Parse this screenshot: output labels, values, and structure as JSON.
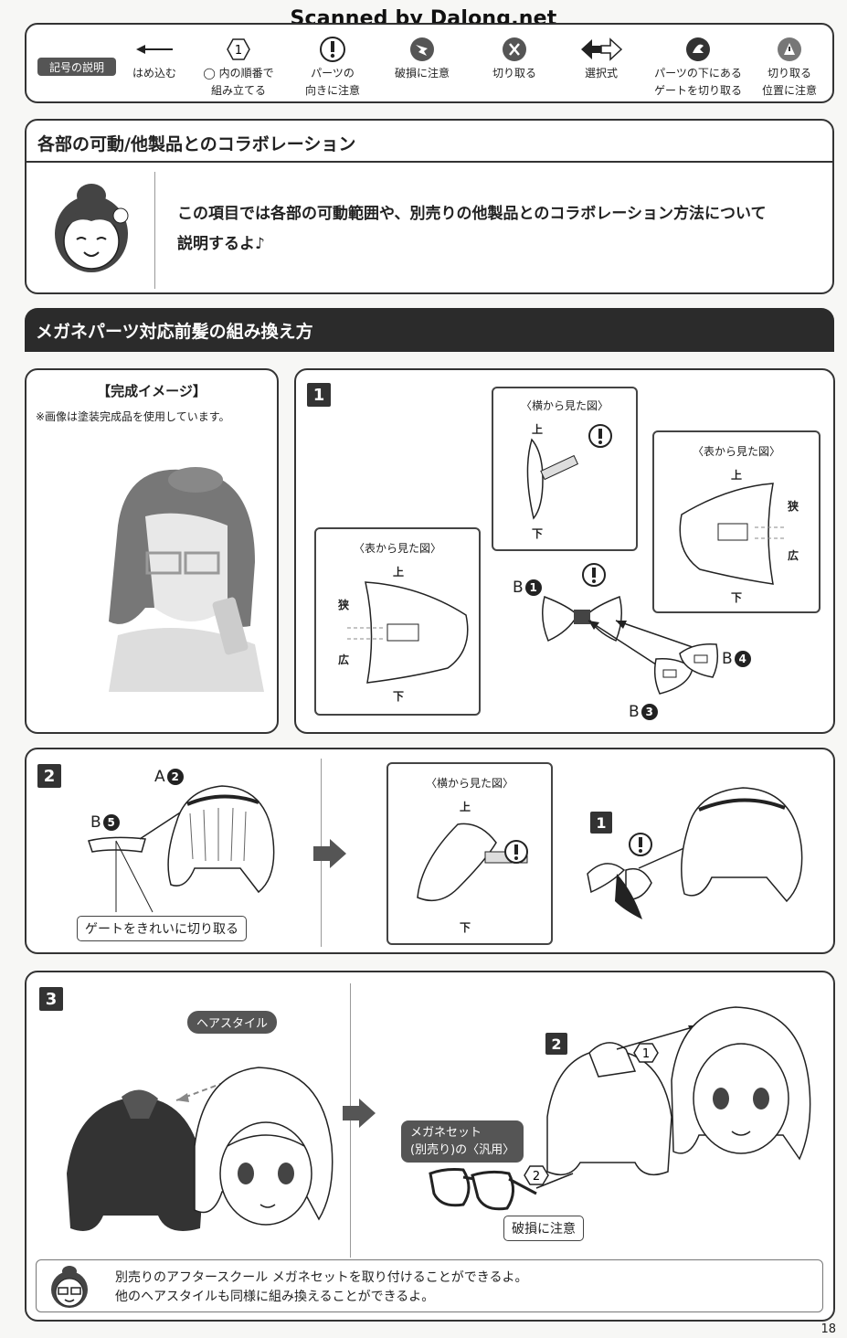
{
  "watermark": "Scanned by Dalong.net",
  "legend": {
    "tag": "記号の説明",
    "items": [
      {
        "line1": "はめ込む",
        "line2": "",
        "icon": "left-arrow-icon"
      },
      {
        "line1": "◯ 内の順番で",
        "line2": "組み立てる",
        "icon": "hexagon-number-icon",
        "num": "1"
      },
      {
        "line1": "パーツの",
        "line2": "向きに注意",
        "icon": "exclamation-circle-icon"
      },
      {
        "line1": "破損に注意",
        "line2": "",
        "icon": "break-caution-icon"
      },
      {
        "line1": "切り取る",
        "line2": "",
        "icon": "nipper-cut-icon"
      },
      {
        "line1": "選択式",
        "line2": "",
        "icon": "double-arrow-icon"
      },
      {
        "line1": "パーツの下にある",
        "line2": "ゲートを切り取る",
        "icon": "under-gate-cut-icon"
      },
      {
        "line1": "切り取る",
        "line2": "位置に注意",
        "icon": "cut-position-icon"
      }
    ]
  },
  "section1": {
    "title": "各部の可動/他製品とのコラボレーション",
    "text1": "この項目では各部の可動範囲や、別売りの他製品とのコラボレーション方法について",
    "text2": "説明するよ♪"
  },
  "section2": {
    "title": "メガネパーツ対応前髪の組み換え方",
    "complete": {
      "title": "【完成イメージ】",
      "note": "※画像は塗装完成品を使用しています。"
    },
    "step1": {
      "num": "1",
      "side_title": "〈横から見た図〉",
      "front_title": "〈表から見た図〉",
      "front_title2": "〈表から見た図〉",
      "up": "上",
      "down": "下",
      "narrow": "狭",
      "wide": "広",
      "b1": "B",
      "b1n": "1",
      "b3": "B",
      "b3n": "3",
      "b4": "B",
      "b4n": "4"
    },
    "step2": {
      "num": "2",
      "a2": "A",
      "a2n": "2",
      "b5": "B",
      "b5n": "5",
      "gate_note": "ゲートをきれいに切り取る",
      "side_title": "〈横から見た図〉",
      "up": "上",
      "down": "下",
      "ref_num": "1"
    },
    "step3": {
      "num": "3",
      "hairstyle_tag": "ヘアスタイル",
      "ref_num": "2",
      "glasses_tag1": "メガネセット",
      "glasses_tag2": "(別売り)の〈汎用〉",
      "order1": "1",
      "order2": "2",
      "caution": "破損に注意"
    },
    "footer_text1": "別売りのアフタースクール メガネセットを取り付けることができるよ。",
    "footer_text2": "他のヘアスタイルも同様に組み換えることができるよ。"
  },
  "page_number": "18"
}
